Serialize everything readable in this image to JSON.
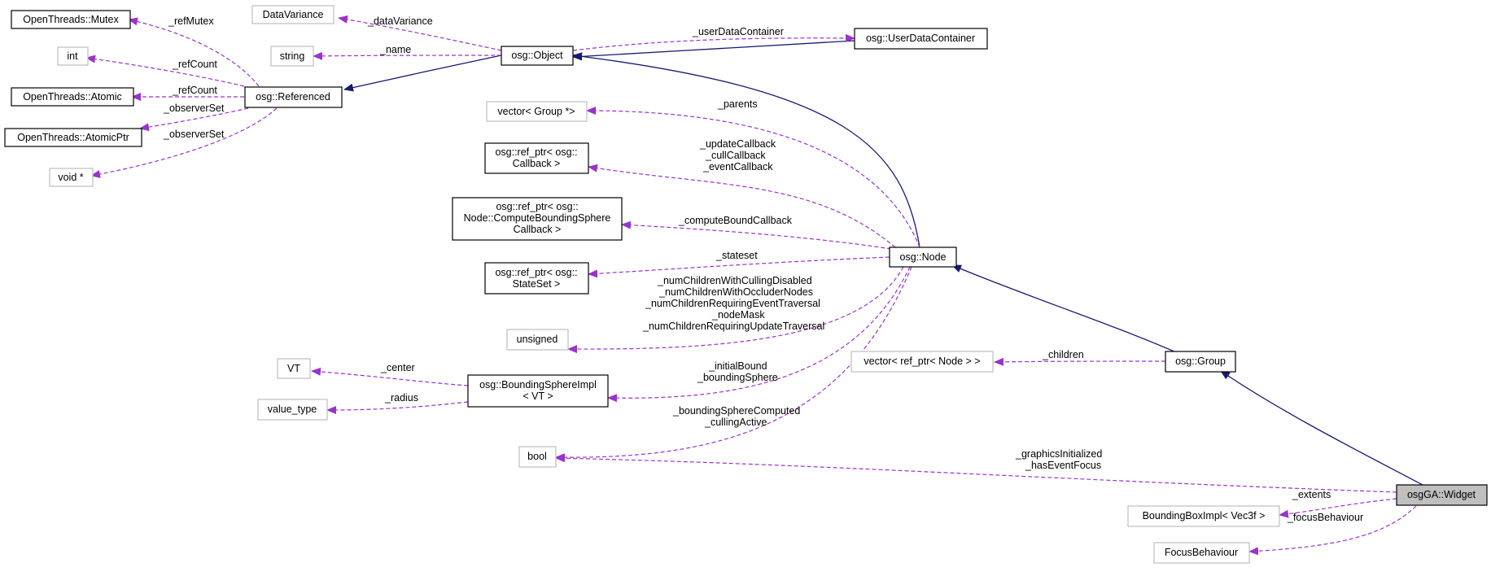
{
  "colors": {
    "inherit_edge": "#191970",
    "usage_edge": "#9a32cd",
    "node_border": "#000000",
    "external_border": "#bfbfbf",
    "focus_fill": "#bfbfbf"
  },
  "nodes": {
    "mutex": "OpenThreads::Mutex",
    "int": "int",
    "atomic": "OpenThreads::Atomic",
    "atomicptr": "OpenThreads::AtomicPtr",
    "voidp": "void *",
    "datavariance": "DataVariance",
    "string": "string",
    "referenced": "osg::Referenced",
    "object": "osg::Object",
    "userdata": "osg::UserDataContainer",
    "vecgroup": "vector< Group *>",
    "callback": [
      "osg::ref_ptr< osg::",
      "Callback >"
    ],
    "cbs": [
      "osg::ref_ptr< osg::",
      "Node::ComputeBoundingSphere",
      "Callback >"
    ],
    "stateset": [
      "osg::ref_ptr< osg::",
      "StateSet >"
    ],
    "unsigned": "unsigned",
    "vt": "VT",
    "valuetype": "value_type",
    "bsi": [
      "osg::BoundingSphereImpl",
      "< VT >"
    ],
    "bool": "bool",
    "node": "osg::Node",
    "vecrefnode": "vector< ref_ptr< Node > >",
    "group": "osg::Group",
    "bbox": "BoundingBoxImpl< Vec3f >",
    "focus": "FocusBehaviour",
    "widget": "osgGA::Widget"
  },
  "edge_labels": {
    "refmutex": "_refMutex",
    "refcount_int": "_refCount",
    "refcount_atomic": "_refCount",
    "observerset_atomicptr": "_observerSet",
    "observerset_void": "_observerSet",
    "datavariance": "_dataVariance",
    "name": "_name",
    "userdatacontainer": "_userDataContainer",
    "parents": "_parents",
    "callbacks": [
      "_updateCallback",
      "_cullCallback",
      "_eventCallback"
    ],
    "computebound": "_computeBoundCallback",
    "stateset": "_stateset",
    "unsigned": [
      "_numChildrenWithCullingDisabled",
      "_numChildrenWithOccluderNodes",
      "_numChildrenRequiringEventTraversal",
      "_nodeMask",
      "_numChildrenRequiringUpdateTraversal"
    ],
    "center": "_center",
    "radius": "_radius",
    "bound": [
      "_initialBound",
      "_boundingSphere"
    ],
    "bool_node": [
      "_boundingSphereComputed",
      "_cullingActive"
    ],
    "children": "_children",
    "bool_widget": [
      "_graphicsInitialized",
      "_hasEventFocus"
    ],
    "extents": "_extents",
    "focus": "_focusBehaviour"
  }
}
